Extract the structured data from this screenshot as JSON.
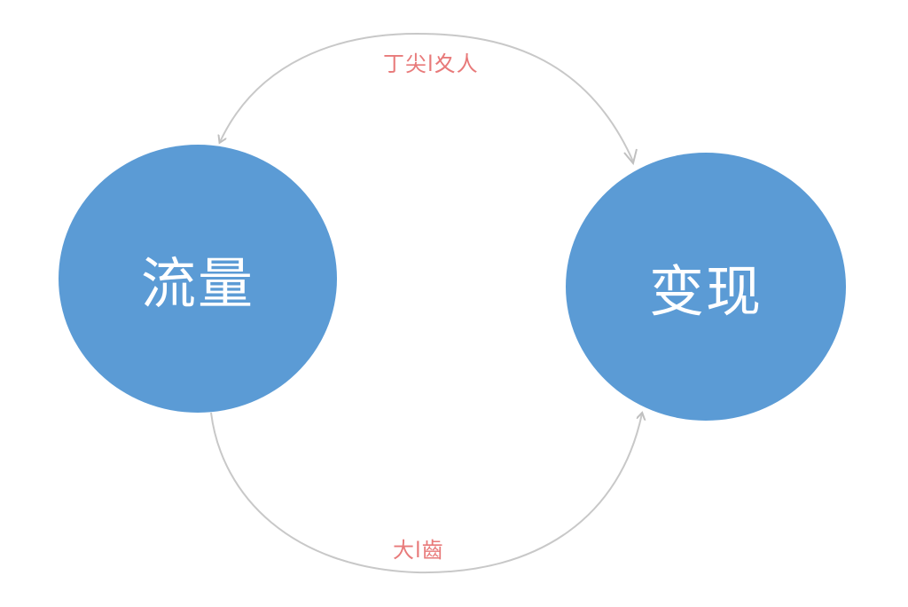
{
  "diagram": {
    "type": "cycle",
    "nodes": [
      {
        "id": "traffic",
        "label": "流量",
        "color": "#5b9bd5",
        "text_color": "#ffffff"
      },
      {
        "id": "monetization",
        "label": "变现",
        "color": "#5b9bd5",
        "text_color": "#ffffff"
      }
    ],
    "edges": [
      {
        "from": "monetization",
        "to": "traffic",
        "path": "top",
        "label": "丁尖l夊人",
        "label_color": "#e87a7a",
        "line_color": "#c8c8c8"
      },
      {
        "from": "traffic",
        "to": "monetization",
        "path": "bottom",
        "label": "大l齒",
        "label_color": "#e87a7a",
        "line_color": "#c8c8c8"
      }
    ]
  }
}
